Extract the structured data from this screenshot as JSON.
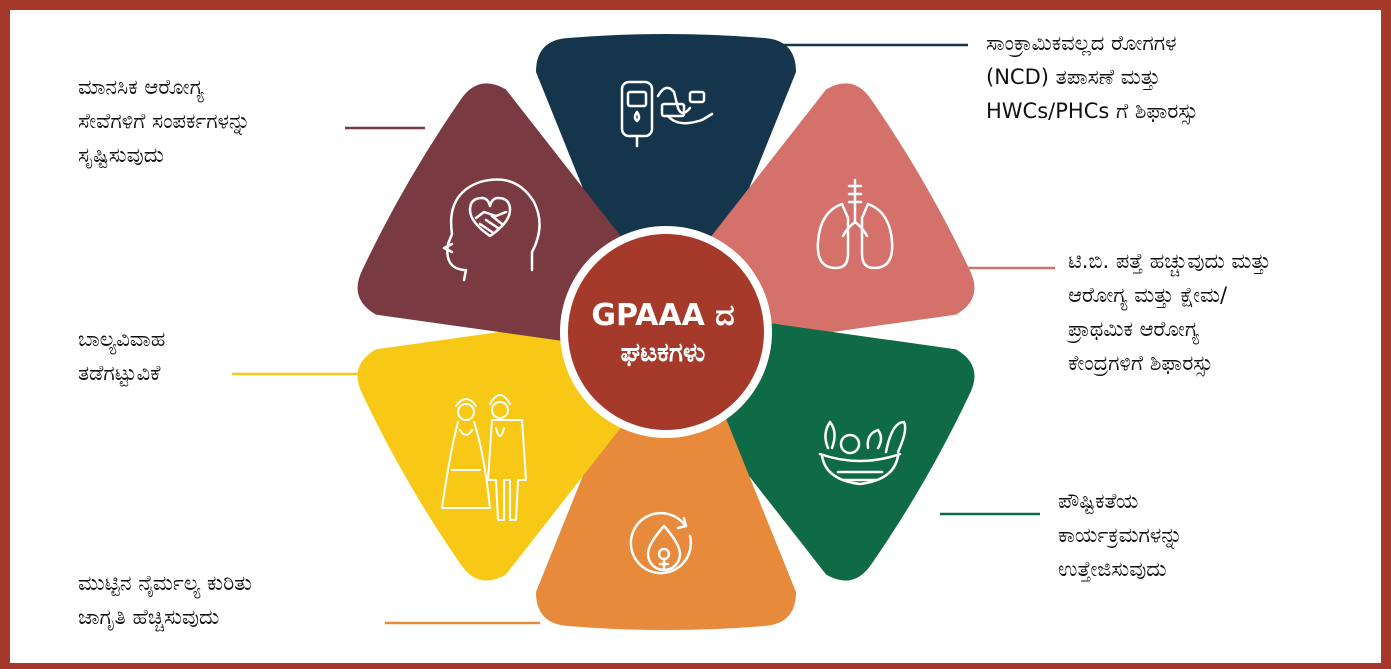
{
  "center": {
    "title_line1": "GPAAA ದ",
    "title_line2": "ಘಟಕಗಳು",
    "color": "#a63a2a"
  },
  "frame_color": "#a63a2a",
  "segments": [
    {
      "id": "ncd",
      "color": "#14354c",
      "icon": "glucometer-icon",
      "label": "ಸಾಂಕ್ರಾಮಿಕವಲ್ಲದ ರೋಗಗಳ\n(NCD) ತಪಾಸಣೆ ಮತ್ತು\nHWCs/PHCs ಗೆ ಶಿಫಾರಸ್ಸು"
    },
    {
      "id": "tb",
      "color": "#d4716a",
      "icon": "lungs-icon",
      "label": "ಟಿ.ಬಿ. ಪತ್ತೆ ಹಚ್ಚುವುದು ಮತ್ತು\nಆರೋಗ್ಯ ಮತ್ತು ಕ್ಷೇಮ/\nಪ್ರಾಥಮಿಕ ಆರೋಗ್ಯ\nಕೇಂದ್ರಗಳಿಗೆ ಶಿಫಾರಸ್ಸು"
    },
    {
      "id": "nutrition",
      "color": "#0f6b45",
      "icon": "food-basket-icon",
      "label": "ಪೌಷ್ಟಿಕತೆಯ\nಕಾರ್ಯಕ್ರಮಗಳನ್ನು\nಉತ್ತೇಜಿಸುವುದು"
    },
    {
      "id": "menstrual",
      "color": "#e88a3c",
      "icon": "menstrual-cycle-icon",
      "label": "ಮುಟ್ಟಿನ ನೈರ್ಮಲ್ಯ ಕುರಿತು\nಜಾಗೃತಿ ಹೆಚ್ಚಿಸುವುದು"
    },
    {
      "id": "child-marriage",
      "color": "#f7c916",
      "icon": "bride-groom-icon",
      "label": "ಬಾಲ್ಯವಿವಾಹ\nತಡೆಗಟ್ಟುವಿಕೆ"
    },
    {
      "id": "mental-health",
      "color": "#7a3a42",
      "icon": "mind-heart-handshake-icon",
      "label": "ಮಾನಸಿಕ ಆರೋಗ್ಯ\nಸೇವೆಗಳಿಗೆ ಸಂಪರ್ಕಗಳನ್ನು\nಸೃಷ್ಟಿಸುವುದು"
    }
  ]
}
